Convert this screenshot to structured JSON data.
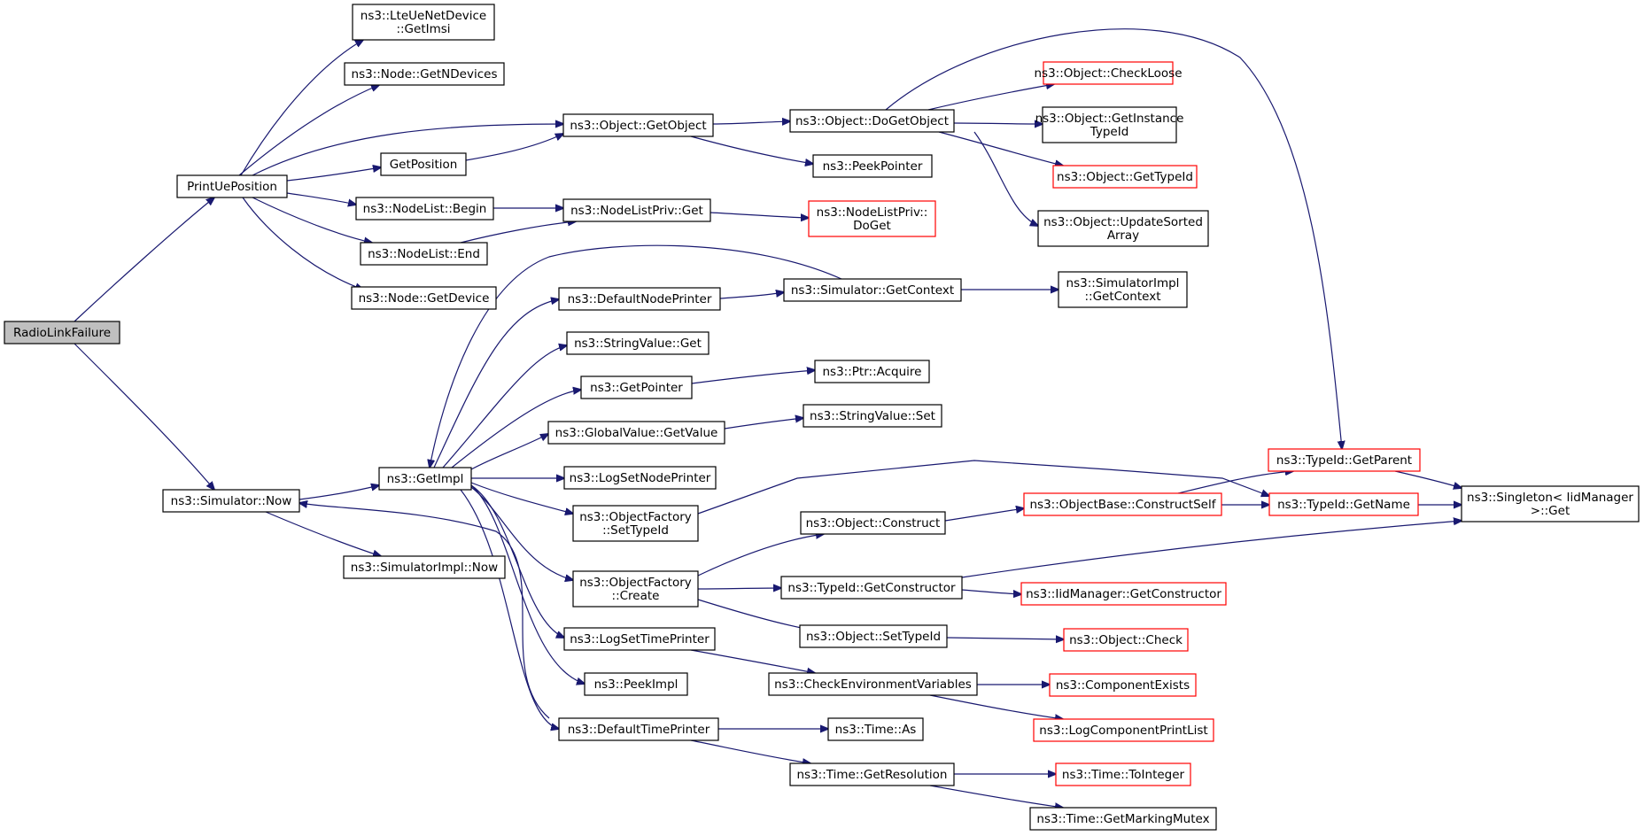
{
  "graph": {
    "nodes": [
      {
        "id": "radiolinkfailure",
        "lines": [
          "RadioLinkFailure"
        ],
        "style": "root"
      },
      {
        "id": "printueposition",
        "lines": [
          "PrintUePosition"
        ]
      },
      {
        "id": "simulator-now",
        "lines": [
          "ns3::Simulator::Now"
        ]
      },
      {
        "id": "lteuenetdevice-getimsi",
        "lines": [
          "ns3::LteUeNetDevice",
          "::GetImsi"
        ]
      },
      {
        "id": "node-getndevices",
        "lines": [
          "ns3::Node::GetNDevices"
        ]
      },
      {
        "id": "object-getobject",
        "lines": [
          "ns3::Object::GetObject"
        ]
      },
      {
        "id": "getposition",
        "lines": [
          "GetPosition"
        ]
      },
      {
        "id": "nodelist-begin",
        "lines": [
          "ns3::NodeList::Begin"
        ]
      },
      {
        "id": "nodelist-end",
        "lines": [
          "ns3::NodeList::End"
        ]
      },
      {
        "id": "node-getdevice",
        "lines": [
          "ns3::Node::GetDevice"
        ]
      },
      {
        "id": "object-dogetobject",
        "lines": [
          "ns3::Object::DoGetObject"
        ]
      },
      {
        "id": "peekpointer",
        "lines": [
          "ns3::PeekPointer"
        ]
      },
      {
        "id": "nodelistpriv-get",
        "lines": [
          "ns3::NodeListPriv::Get"
        ]
      },
      {
        "id": "nodelistpriv-doget",
        "lines": [
          "ns3::NodeListPriv::",
          "DoGet"
        ],
        "style": "truncated"
      },
      {
        "id": "object-checkloose",
        "lines": [
          "ns3::Object::CheckLoose"
        ],
        "style": "truncated"
      },
      {
        "id": "object-getinstancetypeid",
        "lines": [
          "ns3::Object::GetInstance",
          "TypeId"
        ]
      },
      {
        "id": "object-gettypeid",
        "lines": [
          "ns3::Object::GetTypeId"
        ],
        "style": "truncated"
      },
      {
        "id": "object-updatesortedarray",
        "lines": [
          "ns3::Object::UpdateSorted",
          "Array"
        ]
      },
      {
        "id": "simulatorimpl-now",
        "lines": [
          "ns3::SimulatorImpl::Now"
        ]
      },
      {
        "id": "getimpl",
        "lines": [
          "ns3::GetImpl"
        ]
      },
      {
        "id": "defaultnodeprinter",
        "lines": [
          "ns3::DefaultNodePrinter"
        ]
      },
      {
        "id": "simulator-getcontext",
        "lines": [
          "ns3::Simulator::GetContext"
        ]
      },
      {
        "id": "simulatorimpl-getcontext",
        "lines": [
          "ns3::SimulatorImpl",
          "::GetContext"
        ]
      },
      {
        "id": "stringvalue-get",
        "lines": [
          "ns3::StringValue::Get"
        ]
      },
      {
        "id": "getpointer",
        "lines": [
          "ns3::GetPointer"
        ]
      },
      {
        "id": "ptr-acquire",
        "lines": [
          "ns3::Ptr::Acquire"
        ]
      },
      {
        "id": "globalvalue-getvalue",
        "lines": [
          "ns3::GlobalValue::GetValue"
        ]
      },
      {
        "id": "stringvalue-set",
        "lines": [
          "ns3::StringValue::Set"
        ]
      },
      {
        "id": "logsetnodeprinter",
        "lines": [
          "ns3::LogSetNodePrinter"
        ]
      },
      {
        "id": "objectfactory-settypeid",
        "lines": [
          "ns3::ObjectFactory",
          "::SetTypeId"
        ]
      },
      {
        "id": "objectfactory-create",
        "lines": [
          "ns3::ObjectFactory",
          "::Create"
        ]
      },
      {
        "id": "logsettimeprinter",
        "lines": [
          "ns3::LogSetTimePrinter"
        ]
      },
      {
        "id": "peekimpl",
        "lines": [
          "ns3::PeekImpl"
        ]
      },
      {
        "id": "defaulttimeprinter",
        "lines": [
          "ns3::DefaultTimePrinter"
        ]
      },
      {
        "id": "object-construct",
        "lines": [
          "ns3::Object::Construct"
        ]
      },
      {
        "id": "objectbase-constructself",
        "lines": [
          "ns3::ObjectBase::ConstructSelf"
        ],
        "style": "truncated"
      },
      {
        "id": "typeid-getparent",
        "lines": [
          "ns3::TypeId::GetParent"
        ],
        "style": "truncated"
      },
      {
        "id": "typeid-getname",
        "lines": [
          "ns3::TypeId::GetName"
        ],
        "style": "truncated"
      },
      {
        "id": "singleton-get",
        "lines": [
          "ns3::Singleton< IidManager",
          " >::Get"
        ]
      },
      {
        "id": "typeid-getconstructor",
        "lines": [
          "ns3::TypeId::GetConstructor"
        ]
      },
      {
        "id": "iidmanager-getconstructor",
        "lines": [
          "ns3::IidManager::GetConstructor"
        ],
        "style": "truncated"
      },
      {
        "id": "object-settypeid",
        "lines": [
          "ns3::Object::SetTypeId"
        ]
      },
      {
        "id": "object-check",
        "lines": [
          "ns3::Object::Check"
        ],
        "style": "truncated"
      },
      {
        "id": "checkenvironmentvariables",
        "lines": [
          "ns3::CheckEnvironmentVariables"
        ]
      },
      {
        "id": "componentexists",
        "lines": [
          "ns3::ComponentExists"
        ],
        "style": "truncated"
      },
      {
        "id": "logcomponentprintlist",
        "lines": [
          "ns3::LogComponentPrintList"
        ],
        "style": "truncated"
      },
      {
        "id": "time-as",
        "lines": [
          "ns3::Time::As"
        ]
      },
      {
        "id": "time-getresolution",
        "lines": [
          "ns3::Time::GetResolution"
        ]
      },
      {
        "id": "time-tointeger",
        "lines": [
          "ns3::Time::ToInteger"
        ],
        "style": "truncated"
      },
      {
        "id": "time-getmarkingmutex",
        "lines": [
          "ns3::Time::GetMarkingMutex"
        ]
      }
    ],
    "edges": [
      [
        "radiolinkfailure",
        "printueposition"
      ],
      [
        "radiolinkfailure",
        "simulator-now"
      ],
      [
        "printueposition",
        "lteuenetdevice-getimsi"
      ],
      [
        "printueposition",
        "node-getndevices"
      ],
      [
        "printueposition",
        "object-getobject"
      ],
      [
        "printueposition",
        "getposition"
      ],
      [
        "printueposition",
        "nodelist-begin"
      ],
      [
        "printueposition",
        "nodelist-end"
      ],
      [
        "printueposition",
        "node-getdevice"
      ],
      [
        "getposition",
        "object-getobject"
      ],
      [
        "object-getobject",
        "object-dogetobject"
      ],
      [
        "object-getobject",
        "peekpointer"
      ],
      [
        "nodelist-begin",
        "nodelistpriv-get"
      ],
      [
        "nodelist-end",
        "nodelistpriv-get"
      ],
      [
        "nodelistpriv-get",
        "nodelistpriv-doget"
      ],
      [
        "object-dogetobject",
        "object-checkloose"
      ],
      [
        "object-dogetobject",
        "object-getinstancetypeid"
      ],
      [
        "object-dogetobject",
        "object-gettypeid"
      ],
      [
        "object-dogetobject",
        "object-updatesortedarray"
      ],
      [
        "object-dogetobject",
        "typeid-getparent"
      ],
      [
        "simulator-now",
        "getimpl"
      ],
      [
        "simulator-now",
        "simulatorimpl-now"
      ],
      [
        "getimpl",
        "defaultnodeprinter"
      ],
      [
        "getimpl",
        "stringvalue-get"
      ],
      [
        "getimpl",
        "getpointer"
      ],
      [
        "getimpl",
        "globalvalue-getvalue"
      ],
      [
        "getimpl",
        "logsetnodeprinter"
      ],
      [
        "getimpl",
        "objectfactory-settypeid"
      ],
      [
        "getimpl",
        "objectfactory-create"
      ],
      [
        "getimpl",
        "logsettimeprinter"
      ],
      [
        "getimpl",
        "peekimpl"
      ],
      [
        "getimpl",
        "defaulttimeprinter"
      ],
      [
        "defaultnodeprinter",
        "simulator-getcontext"
      ],
      [
        "simulator-getcontext",
        "simulatorimpl-getcontext"
      ],
      [
        "simulator-getcontext",
        "getimpl"
      ],
      [
        "getpointer",
        "ptr-acquire"
      ],
      [
        "globalvalue-getvalue",
        "stringvalue-set"
      ],
      [
        "objectfactory-settypeid",
        "typeid-getname"
      ],
      [
        "objectfactory-create",
        "object-construct"
      ],
      [
        "objectfactory-create",
        "typeid-getconstructor"
      ],
      [
        "objectfactory-create",
        "object-settypeid"
      ],
      [
        "object-construct",
        "objectbase-constructself"
      ],
      [
        "objectbase-constructself",
        "typeid-getparent"
      ],
      [
        "objectbase-constructself",
        "typeid-getname"
      ],
      [
        "typeid-getparent",
        "singleton-get"
      ],
      [
        "typeid-getname",
        "singleton-get"
      ],
      [
        "typeid-getconstructor",
        "singleton-get"
      ],
      [
        "typeid-getconstructor",
        "iidmanager-getconstructor"
      ],
      [
        "object-settypeid",
        "object-check"
      ],
      [
        "logsettimeprinter",
        "checkenvironmentvariables"
      ],
      [
        "checkenvironmentvariables",
        "componentexists"
      ],
      [
        "checkenvironmentvariables",
        "logcomponentprintlist"
      ],
      [
        "defaulttimeprinter",
        "time-as"
      ],
      [
        "defaulttimeprinter",
        "time-getresolution"
      ],
      [
        "defaulttimeprinter",
        "simulator-now"
      ],
      [
        "time-getresolution",
        "time-tointeger"
      ],
      [
        "time-getresolution",
        "time-getmarkingmutex"
      ]
    ]
  }
}
